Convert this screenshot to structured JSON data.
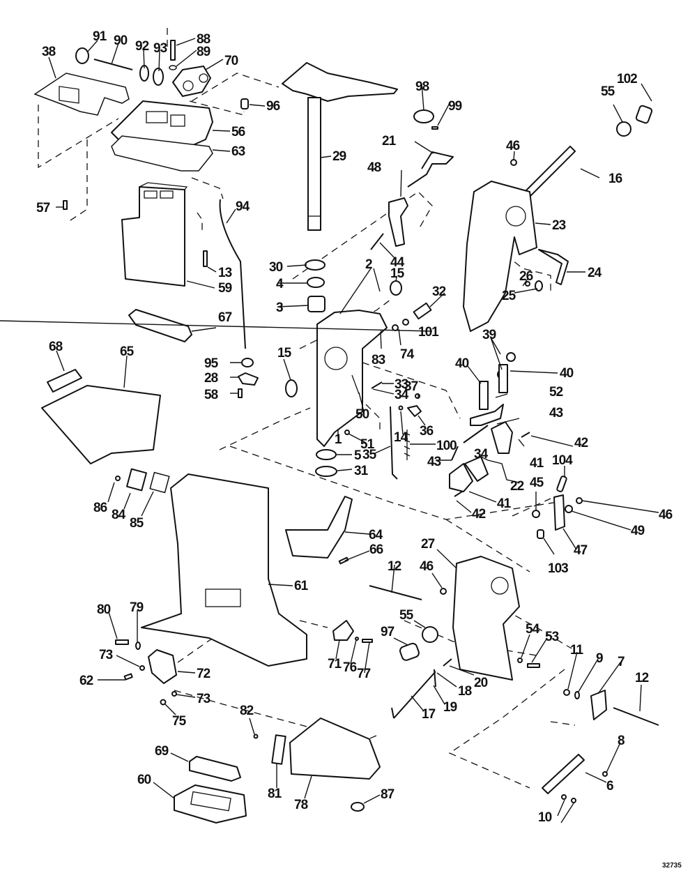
{
  "diagram": {
    "title": "Exploded parts diagram — outboard midsection, swivel bracket and stern brackets",
    "figure_code": "32735",
    "colors": {
      "ink": "#111111",
      "paper": "#ffffff"
    }
  },
  "callouts": [
    {
      "id": "c91",
      "label": "91"
    },
    {
      "id": "c90",
      "label": "90"
    },
    {
      "id": "c92",
      "label": "92"
    },
    {
      "id": "c93",
      "label": "93"
    },
    {
      "id": "c88",
      "label": "88"
    },
    {
      "id": "c89",
      "label": "89"
    },
    {
      "id": "c70",
      "label": "70"
    },
    {
      "id": "c38",
      "label": "38"
    },
    {
      "id": "c96",
      "label": "96"
    },
    {
      "id": "c56",
      "label": "56"
    },
    {
      "id": "c63",
      "label": "63"
    },
    {
      "id": "c57",
      "label": "57"
    },
    {
      "id": "c94",
      "label": "94"
    },
    {
      "id": "c13",
      "label": "13"
    },
    {
      "id": "c59",
      "label": "59"
    },
    {
      "id": "c67",
      "label": "67"
    },
    {
      "id": "c68",
      "label": "68"
    },
    {
      "id": "c65",
      "label": "65"
    },
    {
      "id": "c95",
      "label": "95"
    },
    {
      "id": "c28",
      "label": "28"
    },
    {
      "id": "c58",
      "label": "58"
    },
    {
      "id": "c15a",
      "label": "15"
    },
    {
      "id": "c29",
      "label": "29"
    },
    {
      "id": "c30",
      "label": "30"
    },
    {
      "id": "c4",
      "label": "4"
    },
    {
      "id": "c3",
      "label": "3"
    },
    {
      "id": "c2",
      "label": "2"
    },
    {
      "id": "c15b",
      "label": "15"
    },
    {
      "id": "c98",
      "label": "98"
    },
    {
      "id": "c99",
      "label": "99"
    },
    {
      "id": "c21",
      "label": "21"
    },
    {
      "id": "c48",
      "label": "48"
    },
    {
      "id": "c44",
      "label": "44"
    },
    {
      "id": "c32",
      "label": "32"
    },
    {
      "id": "c101",
      "label": "101"
    },
    {
      "id": "c74",
      "label": "74"
    },
    {
      "id": "c83",
      "label": "83"
    },
    {
      "id": "c102",
      "label": "102"
    },
    {
      "id": "c55a",
      "label": "55"
    },
    {
      "id": "c46a",
      "label": "46"
    },
    {
      "id": "c16",
      "label": "16"
    },
    {
      "id": "c23",
      "label": "23"
    },
    {
      "id": "c24",
      "label": "24"
    },
    {
      "id": "c26",
      "label": "26"
    },
    {
      "id": "c25",
      "label": "25"
    },
    {
      "id": "c39",
      "label": "39"
    },
    {
      "id": "c40a",
      "label": "40"
    },
    {
      "id": "c40b",
      "label": "40"
    },
    {
      "id": "c52",
      "label": "52"
    },
    {
      "id": "c43a",
      "label": "43"
    },
    {
      "id": "c42a",
      "label": "42"
    },
    {
      "id": "c41a",
      "label": "41"
    },
    {
      "id": "c34b",
      "label": "34"
    },
    {
      "id": "c22",
      "label": "22"
    },
    {
      "id": "c43b",
      "label": "43"
    },
    {
      "id": "c41b",
      "label": "41"
    },
    {
      "id": "c42b",
      "label": "42"
    },
    {
      "id": "c104",
      "label": "104"
    },
    {
      "id": "c45",
      "label": "45"
    },
    {
      "id": "c46b",
      "label": "46"
    },
    {
      "id": "c49",
      "label": "49"
    },
    {
      "id": "c47",
      "label": "47"
    },
    {
      "id": "c103",
      "label": "103"
    },
    {
      "id": "c33",
      "label": "33"
    },
    {
      "id": "c34a",
      "label": "34"
    },
    {
      "id": "c37",
      "label": "37"
    },
    {
      "id": "c50",
      "label": "50"
    },
    {
      "id": "c14",
      "label": "14"
    },
    {
      "id": "c36",
      "label": "36"
    },
    {
      "id": "c100",
      "label": "100"
    },
    {
      "id": "c35",
      "label": "35"
    },
    {
      "id": "c51",
      "label": "51"
    },
    {
      "id": "c1",
      "label": "1"
    },
    {
      "id": "c5",
      "label": "5"
    },
    {
      "id": "c31",
      "label": "31"
    },
    {
      "id": "c86",
      "label": "86"
    },
    {
      "id": "c84",
      "label": "84"
    },
    {
      "id": "c85",
      "label": "85"
    },
    {
      "id": "c64",
      "label": "64"
    },
    {
      "id": "c66",
      "label": "66"
    },
    {
      "id": "c61",
      "label": "61"
    },
    {
      "id": "c12a",
      "label": "12"
    },
    {
      "id": "c46c",
      "label": "46"
    },
    {
      "id": "c27",
      "label": "27"
    },
    {
      "id": "c55b",
      "label": "55"
    },
    {
      "id": "c97",
      "label": "97"
    },
    {
      "id": "c20",
      "label": "20"
    },
    {
      "id": "c18",
      "label": "18"
    },
    {
      "id": "c19",
      "label": "19"
    },
    {
      "id": "c17",
      "label": "17"
    },
    {
      "id": "c54",
      "label": "54"
    },
    {
      "id": "c53",
      "label": "53"
    },
    {
      "id": "c11",
      "label": "11"
    },
    {
      "id": "c9",
      "label": "9"
    },
    {
      "id": "c7",
      "label": "7"
    },
    {
      "id": "c12b",
      "label": "12"
    },
    {
      "id": "c8",
      "label": "8"
    },
    {
      "id": "c6",
      "label": "6"
    },
    {
      "id": "c10",
      "label": "10"
    },
    {
      "id": "c80",
      "label": "80"
    },
    {
      "id": "c79",
      "label": "79"
    },
    {
      "id": "c73a",
      "label": "73"
    },
    {
      "id": "c72",
      "label": "72"
    },
    {
      "id": "c62",
      "label": "62"
    },
    {
      "id": "c73b",
      "label": "73"
    },
    {
      "id": "c75",
      "label": "75"
    },
    {
      "id": "c71",
      "label": "71"
    },
    {
      "id": "c76",
      "label": "76"
    },
    {
      "id": "c77",
      "label": "77"
    },
    {
      "id": "c82",
      "label": "82"
    },
    {
      "id": "c81",
      "label": "81"
    },
    {
      "id": "c78",
      "label": "78"
    },
    {
      "id": "c69",
      "label": "69"
    },
    {
      "id": "c60",
      "label": "60"
    },
    {
      "id": "c87",
      "label": "87"
    }
  ]
}
